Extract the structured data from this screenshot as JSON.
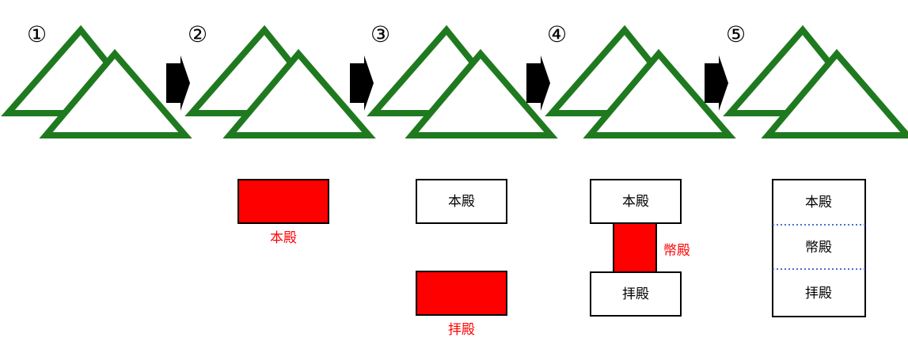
{
  "steps": [
    {
      "number": "①"
    },
    {
      "number": "②"
    },
    {
      "number": "③"
    },
    {
      "number": "④"
    },
    {
      "number": "⑤"
    }
  ],
  "labels": {
    "honden": "本殿",
    "heiden": "幣殿",
    "haiden": "拝殿"
  },
  "colors": {
    "mountain": "#1f7a1f",
    "arrow": "#000000",
    "highlight": "#ff0000",
    "divider": "#4a6fd0",
    "text": "#000000"
  },
  "icons": {
    "mountain": "mountain-icon",
    "arrow": "arrow-right-icon"
  }
}
